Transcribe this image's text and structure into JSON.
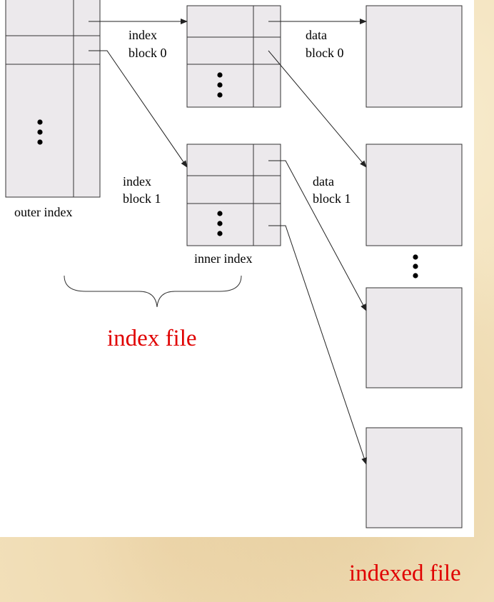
{
  "diagram": {
    "outer_index_label": "outer index",
    "inner_index_label": "inner index",
    "index_block_0": {
      "line1": "index",
      "line2": "block 0"
    },
    "index_block_1": {
      "line1": "index",
      "line2": "block 1"
    },
    "data_block_0": {
      "line1": "data",
      "line2": "block 0"
    },
    "data_block_1": {
      "line1": "data",
      "line2": "block 1"
    },
    "index_file_label": "index file",
    "indexed_file_label": "indexed file"
  },
  "colors": {
    "caption": "#e00000",
    "block_fill": "#ece9ec",
    "background": "#f3e2bd"
  }
}
